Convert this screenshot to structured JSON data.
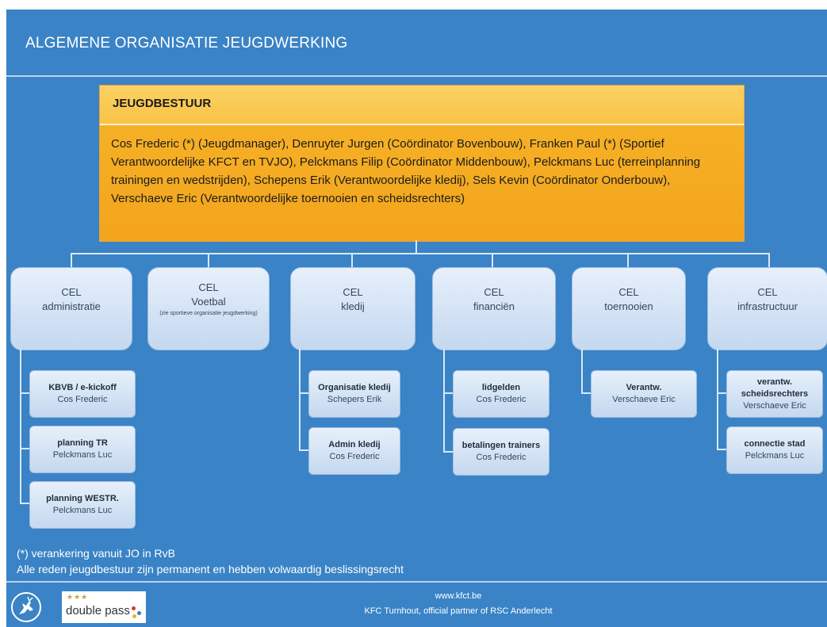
{
  "title": "ALGEMENE ORGANISATIE JEUGDWERKING",
  "board": {
    "title": "JEUGDBESTUUR",
    "members": "Cos Frederic (*) (Jeugdmanager), Denruyter Jurgen (Coördinator Bovenbouw), Franken Paul (*) (Sportief Verantwoordelijke KFCT en TVJO), Pelckmans Filip (Coördinator Middenbouw), Pelckmans Luc (terreinplanning trainingen en wedstrijden), Schepens Erik (Verantwoordelijke kledij), Sels Kevin (Coördinator Onderbouw), Verschaeve Eric (Verantwoordelijke toernooien en scheidsrechters)"
  },
  "cels": [
    {
      "line1": "CEL",
      "line2": "administratie",
      "note": "",
      "subs": [
        {
          "title": "KBVB / e-kickoff",
          "person": "Cos Frederic"
        },
        {
          "title": "planning TR",
          "person": "Pelckmans Luc"
        },
        {
          "title": "planning WESTR.",
          "person": "Pelckmans Luc"
        }
      ]
    },
    {
      "line1": "CEL",
      "line2": "Voetbal",
      "note": "(zie sportieve organisatie jeugdwerking)",
      "subs": []
    },
    {
      "line1": "CEL",
      "line2": "kledij",
      "note": "",
      "subs": [
        {
          "title": "Organisatie kledij",
          "person": "Schepers Erik"
        },
        {
          "title": "Admin kledij",
          "person": "Cos Frederic"
        }
      ]
    },
    {
      "line1": "CEL",
      "line2": "financiën",
      "note": "",
      "subs": [
        {
          "title": "lidgelden",
          "person": "Cos Frederic"
        },
        {
          "title": "betalingen trainers",
          "person": "Cos Frederic"
        }
      ]
    },
    {
      "line1": "CEL",
      "line2": "toernooien",
      "note": "",
      "subs": [
        {
          "title": "Verantw.",
          "person": "Verschaeve Eric"
        }
      ]
    },
    {
      "line1": "CEL",
      "line2": "infrastructuur",
      "note": "",
      "subs": [
        {
          "title": "verantw. scheidsrechters",
          "person": "Verschaeve Eric"
        },
        {
          "title": "connectie stad",
          "person": "Pelckmans Luc"
        }
      ]
    }
  ],
  "footnotes": [
    "(*) verankering vanuit JO in RvB",
    "Alle reden jeugdbestuur zijn permanent en hebben volwaardig beslissingsrecht"
  ],
  "footer": {
    "url": "www.kfct.be",
    "partner": "KFC Turnhout, official partner of RSC Anderlecht"
  },
  "logos": {
    "double_pass_stars": "★★★",
    "double_pass_text": "double pass"
  },
  "colors": {
    "background": "#3a83c6",
    "board": "#f7b52a",
    "board_header": "#fcd163",
    "cel_box": "#d5e4f5",
    "text_dark": "#1b1b1b"
  }
}
